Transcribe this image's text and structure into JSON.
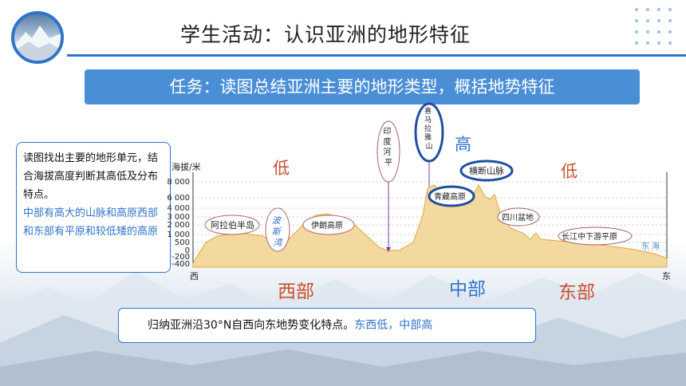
{
  "slide": {
    "title": "学生活动：认识亚洲的地形特征",
    "task": "任务：读图总结亚洲主要的地形类型，概括地势特征"
  },
  "side_box": {
    "question": "读图找出主要的地形单元，结合海拔高度判断其高低及分布特点。",
    "answer": "中部有高大的山脉和高原西部和东部有平原和较低矮的高原"
  },
  "summary": {
    "question": "归纳亚洲沿30°N自西向东地势变化特点。",
    "answer": "东西低，中部高"
  },
  "chart_data": {
    "type": "area",
    "ylabel": "海拔/米",
    "y_ticks": [
      "8 000",
      "6 000",
      "4 000",
      "3 000",
      "2 000",
      "1 000",
      "500",
      "0",
      "-200",
      "-400"
    ],
    "x_ends": {
      "west": "西",
      "east": "东"
    },
    "landforms": [
      "阿拉伯半岛",
      "波斯湾",
      "伊朗高原",
      "印度河平原",
      "喜马拉雅山脉",
      "青藏高原",
      "横断山脉",
      "四川盆地",
      "长江中下游平原",
      "东海"
    ],
    "annotations": {
      "high": "高",
      "low_west": "低",
      "low_east": "低"
    },
    "regions": [
      "西部",
      "中部",
      "东部"
    ],
    "fill_color": "#f3d8a0",
    "line_color": "#e0a93a"
  }
}
